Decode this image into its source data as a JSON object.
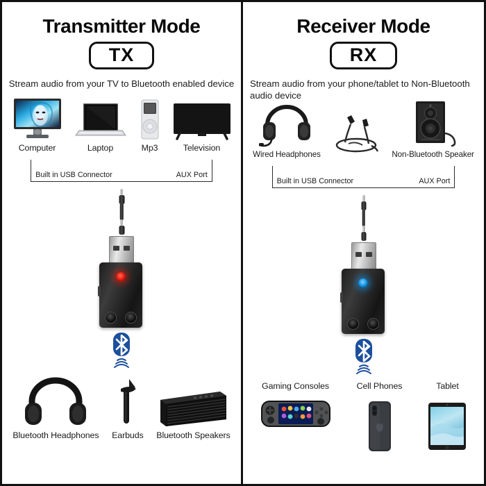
{
  "poster": {
    "accent_blue": "#1c4f9c",
    "led_transmit_color": "#e8180a",
    "led_receive_color": "#0d8fe0"
  },
  "panels": [
    {
      "id": "transmitter",
      "title": "Transmitter Mode",
      "badge": "TX",
      "subtitle": "Stream audio from your TV to Bluetooth enabled device",
      "source_devices": [
        {
          "label": "Computer",
          "icon": "monitor-icon"
        },
        {
          "label": "Laptop",
          "icon": "laptop-icon"
        },
        {
          "label": "Mp3",
          "icon": "mp3-player-icon"
        },
        {
          "label": "Television",
          "icon": "television-icon"
        }
      ],
      "bracket": {
        "left_label": "Built in USB Connector",
        "right_label": "AUX Port"
      },
      "adapter": {
        "led_state": "red",
        "cable": "aux-3.5mm-cable"
      },
      "bluetooth_icon": "bluetooth-signal-icon",
      "target_devices": [
        {
          "label": "Bluetooth Headphones",
          "icon": "bt-headphones-icon"
        },
        {
          "label": "Earbuds",
          "icon": "earbud-icon"
        },
        {
          "label": "Bluetooth Speakers",
          "icon": "bt-speaker-icon"
        }
      ],
      "labels_position": "below"
    },
    {
      "id": "receiver",
      "title": "Receiver Mode",
      "badge": "RX",
      "subtitle": "Stream audio from your phone/tablet to Non-Bluetooth audio device",
      "source_devices": [
        {
          "label": "Wired Headphones",
          "icon": "wired-headphones-icon"
        },
        {
          "label": "",
          "icon": "wired-earbuds-icon"
        },
        {
          "label": "Non-Bluetooth Speaker",
          "icon": "bookshelf-speaker-icon"
        }
      ],
      "bracket": {
        "left_label": "Built in USB Connector",
        "right_label": "AUX Port"
      },
      "adapter": {
        "led_state": "blue",
        "cable": "aux-3.5mm-cable"
      },
      "bluetooth_icon": "bluetooth-signal-icon",
      "target_devices": [
        {
          "label": "Gaming Consoles",
          "icon": "handheld-console-icon"
        },
        {
          "label": "Cell Phones",
          "icon": "smartphone-icon"
        },
        {
          "label": "Tablet",
          "icon": "tablet-icon"
        }
      ],
      "labels_position": "above"
    }
  ]
}
